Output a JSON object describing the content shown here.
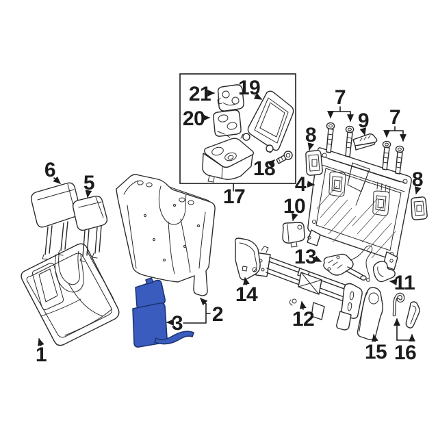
{
  "diagram": {
    "type": "exploded-parts-diagram",
    "subject": "vehicle rear seat back assembly",
    "background_color": "#ffffff",
    "line_color": "#2b2b2b",
    "highlight_color": "#3a5cbe",
    "highlight_outline_color": "#1d3471",
    "highlighted_callout": "3"
  },
  "callouts": {
    "c1": "1",
    "c2": "2",
    "c3": "3",
    "c4": "4",
    "c5": "5",
    "c6": "6",
    "c7a": "7",
    "c7b": "7",
    "c8a": "8",
    "c8b": "8",
    "c9": "9",
    "c10": "10",
    "c11": "11",
    "c12": "12",
    "c13": "13",
    "c14": "14",
    "c15": "15",
    "c16": "16",
    "c17": "17",
    "c18": "18",
    "c19": "19",
    "c20": "20",
    "c21": "21"
  }
}
